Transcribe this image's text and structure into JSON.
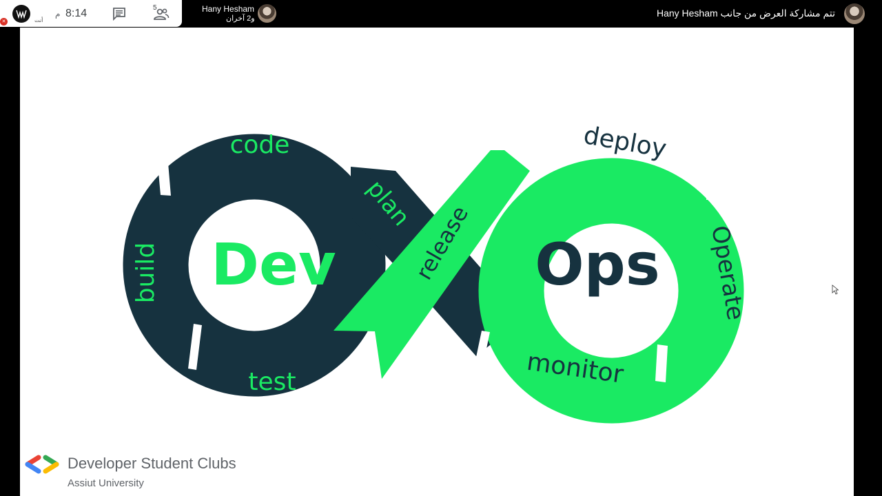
{
  "meeting": {
    "self_label": "أنت",
    "clock": "8:14",
    "clock_period": "م",
    "participants_count": "5",
    "active_speaker": {
      "name": "Hany Hesham",
      "subtitle": "و2 آخران"
    },
    "presenting_banner": "تتم مشاركة العرض من جانب Hany Hesham"
  },
  "slide": {
    "diagram": {
      "dev_label": "Dev",
      "ops_label": "Ops",
      "stages": {
        "code": "code",
        "build": "build",
        "test": "test",
        "plan": "plan",
        "release": "release",
        "deploy": "deploy",
        "operate": "Operate",
        "monitor": "monitor"
      }
    },
    "brand": {
      "name": "Developer Student Clubs",
      "subtitle": "Assiut University"
    }
  },
  "colors": {
    "dev_navy": "#16323f",
    "ops_green": "#1aea63",
    "white": "#ffffff"
  },
  "icons": [
    "chat-icon",
    "people-icon",
    "mic-off-icon",
    "dsc-logo-icon",
    "mouse-cursor-icon"
  ]
}
